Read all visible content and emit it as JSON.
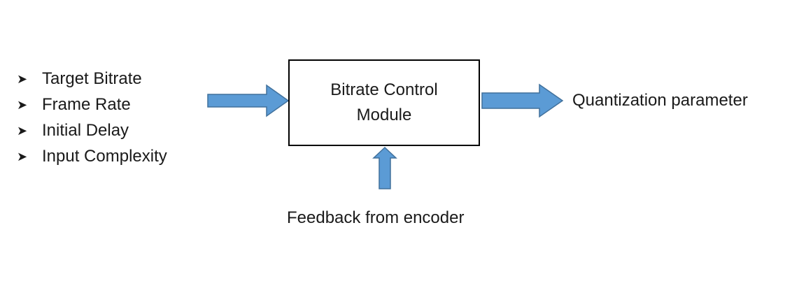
{
  "inputs": {
    "bullet_icon": "arrowhead-bullet-icon",
    "items": [
      "Target Bitrate",
      "Frame Rate",
      "Initial Delay",
      "Input Complexity"
    ]
  },
  "module": {
    "line1": "Bitrate Control",
    "line2": "Module"
  },
  "output": {
    "label": "Quantization parameter"
  },
  "feedback": {
    "label": "Feedback from encoder"
  },
  "colors": {
    "arrow_fill": "#5b9bd5",
    "arrow_stroke": "#41719c",
    "box_border": "#000000",
    "text": "#1a1a1a"
  }
}
